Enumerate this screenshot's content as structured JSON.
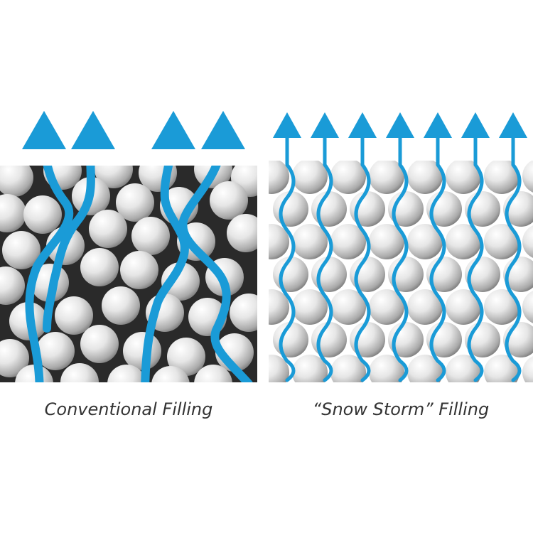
{
  "panels": {
    "left": {
      "caption": "Conventional Filling"
    },
    "right": {
      "caption": "“Snow Storm” Filling"
    }
  },
  "colors": {
    "background": "#ffffff",
    "packing_background": "#2a2a2a",
    "airflow": "#1a9bd7",
    "caption_text": "#333333"
  },
  "icons": {
    "particle": "sphere",
    "airflow_arrow": "up-arrow"
  }
}
